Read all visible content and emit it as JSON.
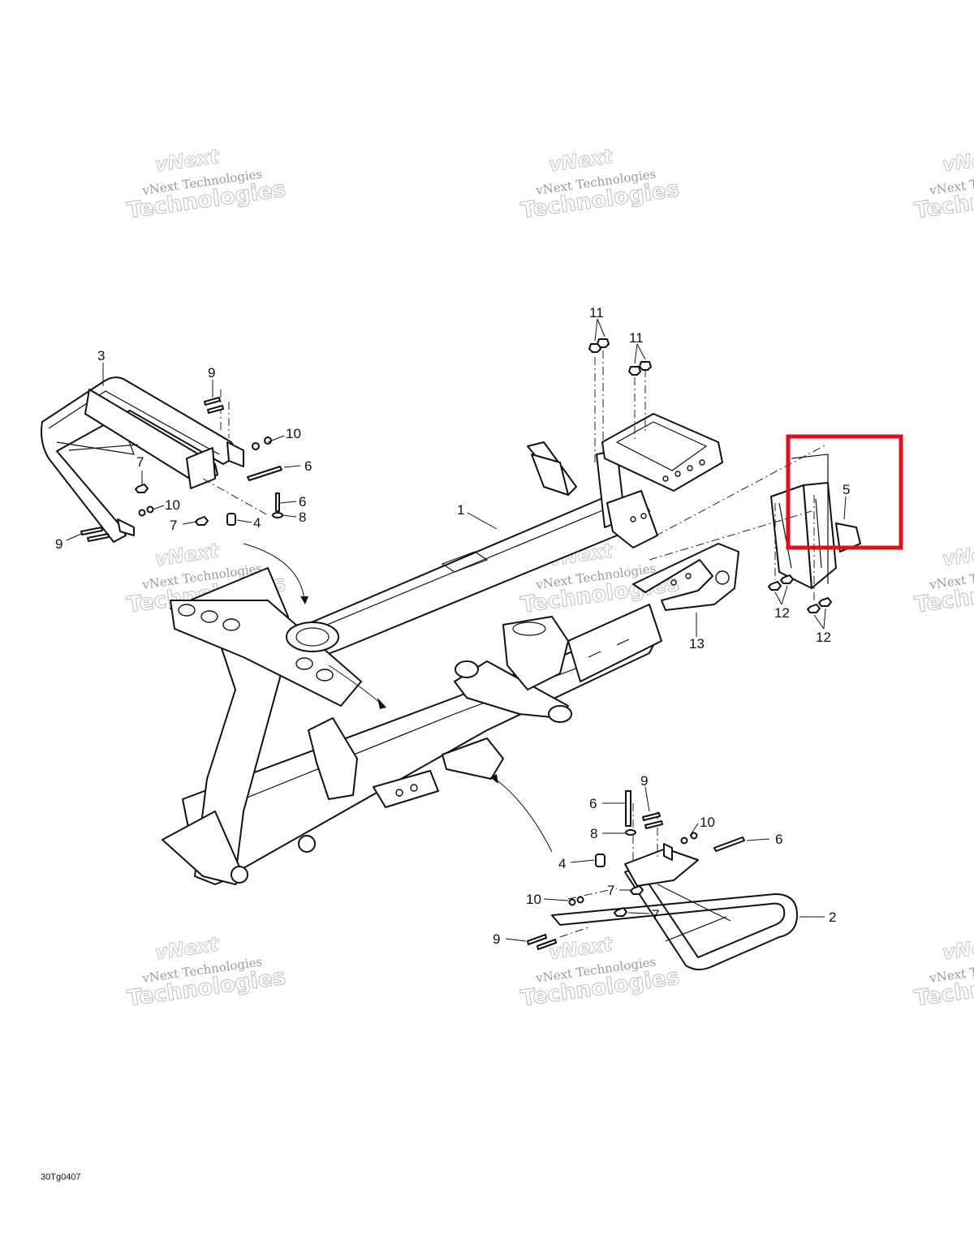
{
  "diagram_code": "30Tg0407",
  "watermark": {
    "line1": "vNext Technologies",
    "line2": "Technologies",
    "line3": "vNext"
  },
  "callouts": {
    "c1": "1",
    "c2": "2",
    "c3": "3",
    "c4a": "4",
    "c4b": "4",
    "c5": "5",
    "c6a": "6",
    "c6b": "6",
    "c6c": "6",
    "c6d": "6",
    "c7a": "7",
    "c7b": "7",
    "c7c": "7",
    "c7d": "7",
    "c8a": "8",
    "c8b": "8",
    "c9a": "9",
    "c9b": "9",
    "c9c": "9",
    "c9d": "9",
    "c10a": "10",
    "c10b": "10",
    "c10c": "10",
    "c10d": "10",
    "c11a": "11",
    "c11b": "11",
    "c12a": "12",
    "c12b": "12",
    "c13": "13"
  },
  "highlight": {
    "color": "#e0101a",
    "target": "5"
  }
}
